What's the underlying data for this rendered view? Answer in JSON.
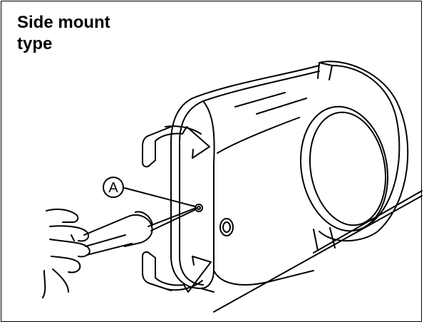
{
  "title": {
    "line1": "Side mount",
    "line2": "type"
  },
  "callout": {
    "label": "A"
  },
  "colors": {
    "line": "#000000",
    "background": "#ffffff"
  }
}
